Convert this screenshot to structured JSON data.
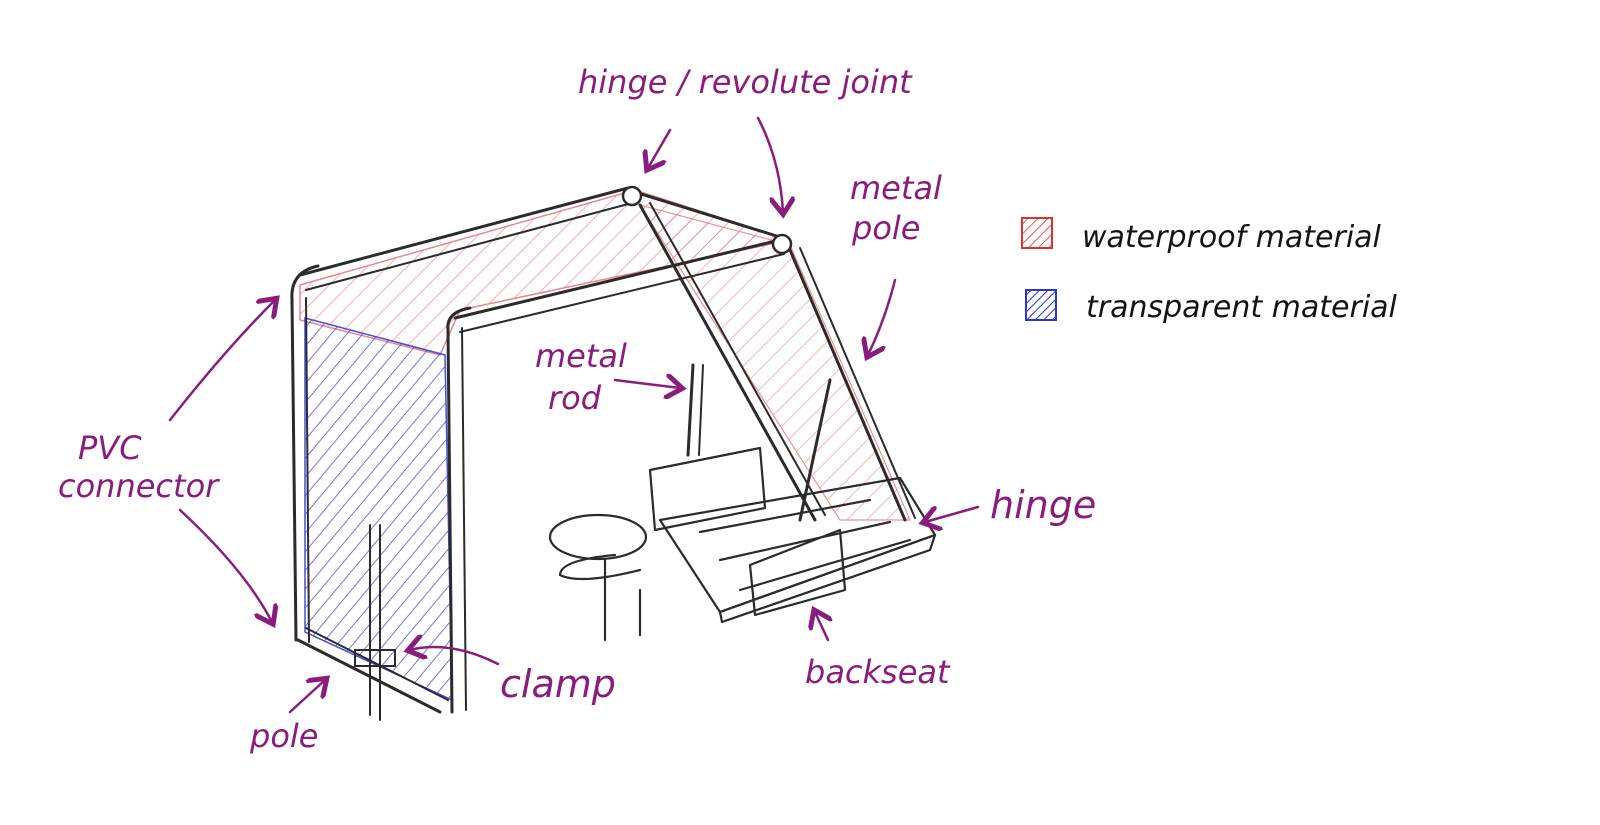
{
  "labels": {
    "hinge_revolute": "hinge / revolute joint",
    "metal_pole_1": "metal",
    "metal_pole_2": "pole",
    "metal_rod_1": "metal",
    "metal_rod_2": "rod",
    "pvc_1": "PVC",
    "pvc_2": "connector",
    "hinge": "hinge",
    "clamp": "clamp",
    "pole": "pole",
    "backseat": "backseat"
  },
  "legend": {
    "items": [
      {
        "label": "waterproof material",
        "color": "#e03030"
      },
      {
        "label": "transparent material",
        "color": "#2a35d6"
      }
    ]
  },
  "colors": {
    "annotation": "#8a1d7c",
    "sketch": "#2b2b2b",
    "waterproof": "#e35b5b",
    "transparent": "#3f46d8"
  }
}
